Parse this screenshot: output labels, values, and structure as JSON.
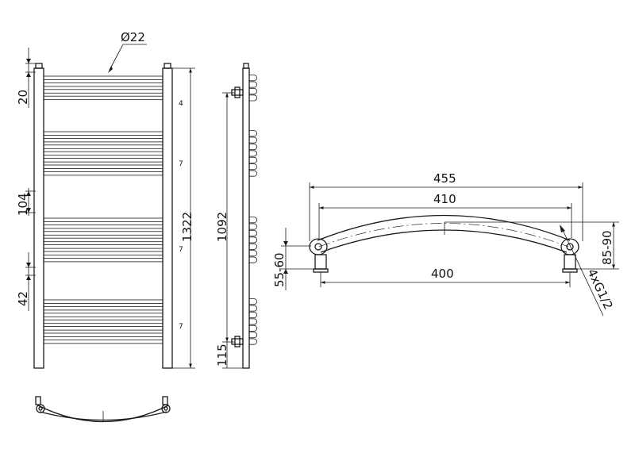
{
  "front_view": {
    "tube_diameter": "Ø22",
    "dim_top_offset": "20",
    "dim_gap": "104",
    "dim_tube_pitch": "42",
    "dim_height": "1322",
    "group_counts": [
      "4",
      "7",
      "7",
      "7"
    ]
  },
  "side_view": {
    "dim_pipe_centers": "1092",
    "dim_bottom_connection": "115"
  },
  "top_view": {
    "dim_overall_width": "455",
    "dim_axis_width": "410",
    "dim_connection_spacing": "400",
    "dim_wall_distance": "55-60",
    "dim_depth": "85-90",
    "connection_thread": "4xG1/2"
  }
}
